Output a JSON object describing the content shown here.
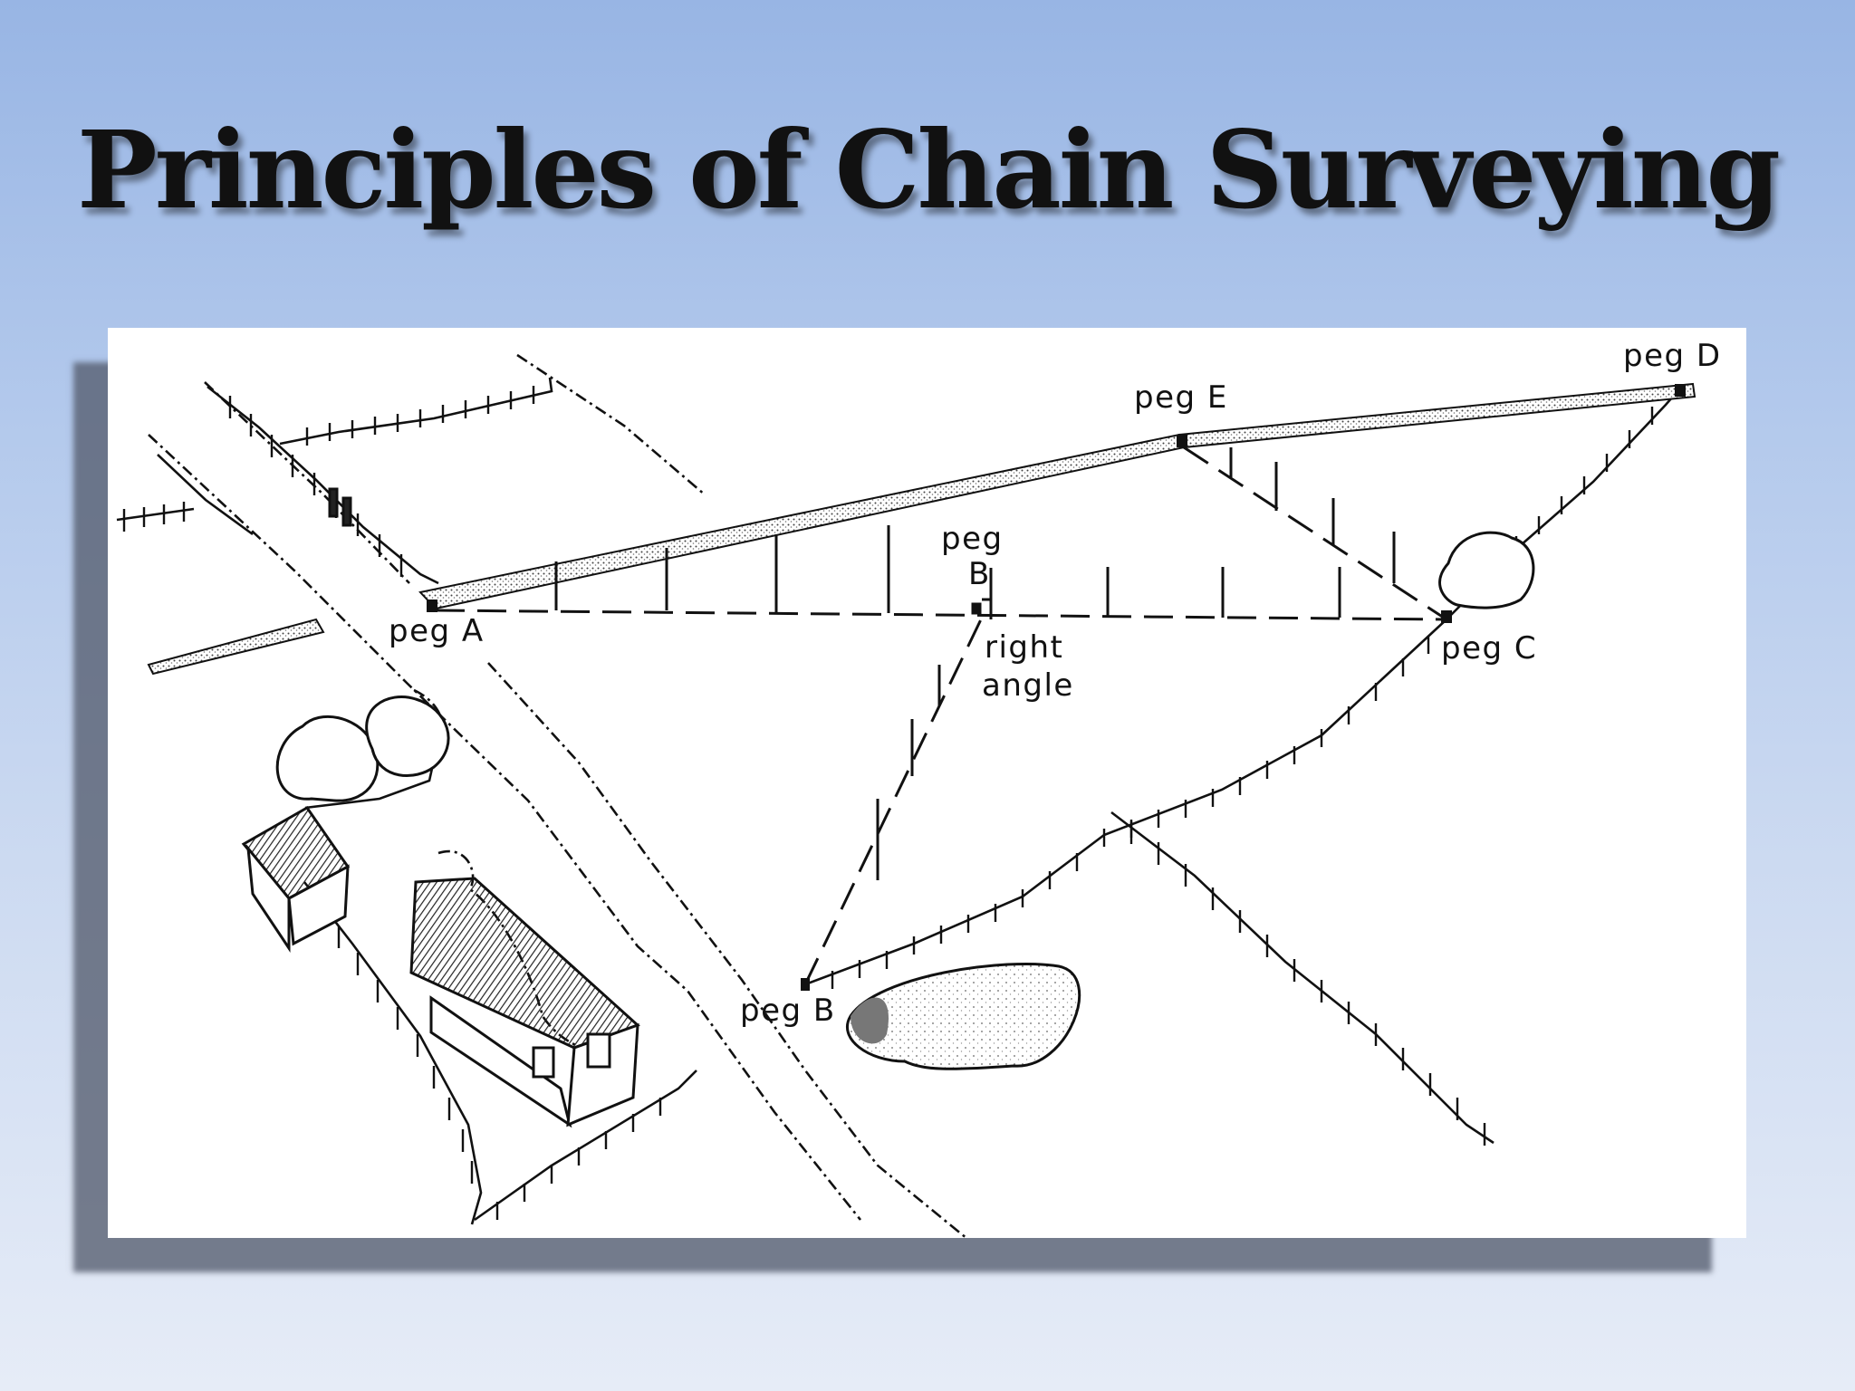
{
  "slide": {
    "title": "Principles of Chain Surveying"
  },
  "figure": {
    "labels": {
      "peg_a": "peg A",
      "peg_b": "peg B",
      "peg_c": "peg C",
      "peg_d": "peg D",
      "peg_e": "peg E",
      "peg_b1_top": "peg",
      "peg_b1_bottom": "B",
      "right_angle_1": "right",
      "right_angle_2": "angle"
    }
  }
}
